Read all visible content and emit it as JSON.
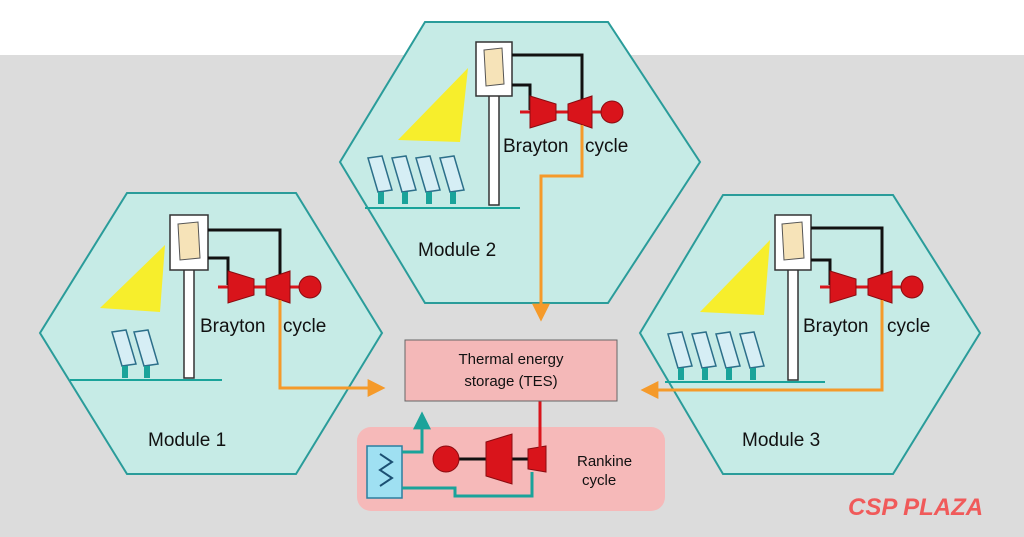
{
  "modules": [
    {
      "label": "Module 1",
      "cycle": {
        "word1": "Brayton",
        "word2": "cycle"
      }
    },
    {
      "label": "Module 2",
      "cycle": {
        "word1": "Brayton",
        "word2": "cycle"
      }
    },
    {
      "label": "Module 3",
      "cycle": {
        "word1": "Brayton",
        "word2": "cycle"
      }
    }
  ],
  "tes": {
    "line1": "Thermal energy",
    "line2": "storage (TES)"
  },
  "rankine": {
    "line1": "Rankine",
    "line2": "cycle"
  },
  "watermark": "CSP PLAZA",
  "colors": {
    "hexagon_fill": "#c6ebe6",
    "hexagon_stroke": "#2a9c9a",
    "background_band": "#dcdcdc",
    "tes_fill": "#f4b8b8",
    "rankine_fill": "#f6b9b9",
    "turbine_red": "#d9141b",
    "heat_flow_orange": "#f59a2a",
    "water_teal": "#1aa39a",
    "sun_yellow": "#f7ee2c"
  }
}
